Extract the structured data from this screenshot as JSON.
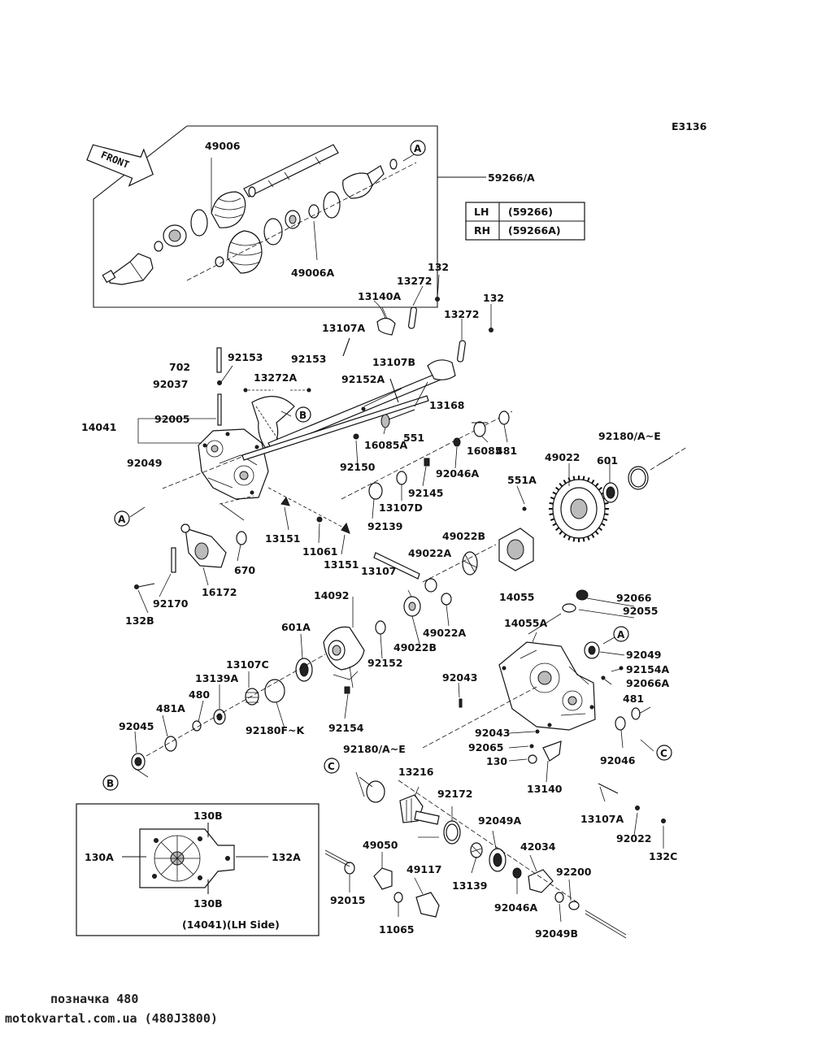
{
  "diagram_code": "E3136",
  "front_arrow_label": "FRONT",
  "shaft_assembly_label": "59266/A",
  "side_table": {
    "rows": [
      {
        "side": "LH",
        "part": "(59266)"
      },
      {
        "side": "RH",
        "part": "(59266A)"
      }
    ]
  },
  "labels": [
    {
      "id": "49006",
      "text": "49006"
    },
    {
      "id": "49006A",
      "text": "49006A"
    },
    {
      "id": "132-a",
      "text": "132"
    },
    {
      "id": "13272-a",
      "text": "13272"
    },
    {
      "id": "13140A",
      "text": "13140A"
    },
    {
      "id": "132-b",
      "text": "132"
    },
    {
      "id": "13272-b",
      "text": "13272"
    },
    {
      "id": "13107A-a",
      "text": "13107A"
    },
    {
      "id": "702",
      "text": "702"
    },
    {
      "id": "92153-a",
      "text": "92153"
    },
    {
      "id": "92153-b",
      "text": "92153"
    },
    {
      "id": "13107B",
      "text": "13107B"
    },
    {
      "id": "92037",
      "text": "92037"
    },
    {
      "id": "13272A",
      "text": "13272A"
    },
    {
      "id": "92152A",
      "text": "92152A"
    },
    {
      "id": "13168",
      "text": "13168"
    },
    {
      "id": "14041",
      "text": "14041"
    },
    {
      "id": "92005",
      "text": "92005"
    },
    {
      "id": "551",
      "text": "551"
    },
    {
      "id": "16085A",
      "text": "16085A"
    },
    {
      "id": "92150",
      "text": "92150"
    },
    {
      "id": "16085",
      "text": "16085"
    },
    {
      "id": "481-a",
      "text": "481"
    },
    {
      "id": "92180AE-a",
      "text": "92180/A~E"
    },
    {
      "id": "49022",
      "text": "49022"
    },
    {
      "id": "601",
      "text": "601"
    },
    {
      "id": "92049-a",
      "text": "92049"
    },
    {
      "id": "92046A-a",
      "text": "92046A"
    },
    {
      "id": "92145",
      "text": "92145"
    },
    {
      "id": "551A",
      "text": "551A"
    },
    {
      "id": "13107D",
      "text": "13107D"
    },
    {
      "id": "92139",
      "text": "92139"
    },
    {
      "id": "13151-a",
      "text": "13151"
    },
    {
      "id": "11061",
      "text": "11061"
    },
    {
      "id": "13151-b",
      "text": "13151"
    },
    {
      "id": "49022B-a",
      "text": "49022B"
    },
    {
      "id": "49022A-a",
      "text": "49022A"
    },
    {
      "id": "670",
      "text": "670"
    },
    {
      "id": "16172",
      "text": "16172"
    },
    {
      "id": "13107",
      "text": "13107"
    },
    {
      "id": "14055",
      "text": "14055"
    },
    {
      "id": "92170",
      "text": "92170"
    },
    {
      "id": "132B",
      "text": "132B"
    },
    {
      "id": "14092",
      "text": "14092"
    },
    {
      "id": "92066-a",
      "text": "92066"
    },
    {
      "id": "92055",
      "text": "92055"
    },
    {
      "id": "49022A-b",
      "text": "49022A"
    },
    {
      "id": "601A",
      "text": "601A"
    },
    {
      "id": "14055A",
      "text": "14055A"
    },
    {
      "id": "49022B-b",
      "text": "49022B"
    },
    {
      "id": "92049-b",
      "text": "92049"
    },
    {
      "id": "92152",
      "text": "92152"
    },
    {
      "id": "13107C",
      "text": "13107C"
    },
    {
      "id": "92154A",
      "text": "92154A"
    },
    {
      "id": "13139A",
      "text": "13139A"
    },
    {
      "id": "92043-a",
      "text": "92043"
    },
    {
      "id": "92066A",
      "text": "92066A"
    },
    {
      "id": "480",
      "text": "480"
    },
    {
      "id": "481-b",
      "text": "481"
    },
    {
      "id": "481A",
      "text": "481A"
    },
    {
      "id": "92180FK",
      "text": "92180F~K"
    },
    {
      "id": "92154",
      "text": "92154"
    },
    {
      "id": "92045",
      "text": "92045"
    },
    {
      "id": "92043-b",
      "text": "92043"
    },
    {
      "id": "92065",
      "text": "92065"
    },
    {
      "id": "92046",
      "text": "92046"
    },
    {
      "id": "130",
      "text": "130"
    },
    {
      "id": "92180AE-b",
      "text": "92180/A~E"
    },
    {
      "id": "13216",
      "text": "13216"
    },
    {
      "id": "13140",
      "text": "13140"
    },
    {
      "id": "92172",
      "text": "92172"
    },
    {
      "id": "13107A-b",
      "text": "13107A"
    },
    {
      "id": "92022",
      "text": "92022"
    },
    {
      "id": "92049A",
      "text": "92049A"
    },
    {
      "id": "132C",
      "text": "132C"
    },
    {
      "id": "49050",
      "text": "49050"
    },
    {
      "id": "42034",
      "text": "42034"
    },
    {
      "id": "13139",
      "text": "13139"
    },
    {
      "id": "49117",
      "text": "49117"
    },
    {
      "id": "92200",
      "text": "92200"
    },
    {
      "id": "92015",
      "text": "92015"
    },
    {
      "id": "92046A-b",
      "text": "92046A"
    },
    {
      "id": "11065",
      "text": "11065"
    },
    {
      "id": "92049B",
      "text": "92049B"
    }
  ],
  "callouts": [
    {
      "id": "A-top",
      "text": "A"
    },
    {
      "id": "B-top",
      "text": "B"
    },
    {
      "id": "A-left",
      "text": "A"
    },
    {
      "id": "A-right",
      "text": "A"
    },
    {
      "id": "B-left",
      "text": "B"
    },
    {
      "id": "C-left",
      "text": "C"
    },
    {
      "id": "C-right",
      "text": "C"
    }
  ],
  "inset": {
    "labels": {
      "top": "130B",
      "left": "130A",
      "right": "132A",
      "bottom": "130B"
    },
    "caption": "(14041)(LH Side)"
  },
  "footer": {
    "line1": "позначка 480",
    "line2": "motokvartal.com.ua (480J3800)"
  }
}
